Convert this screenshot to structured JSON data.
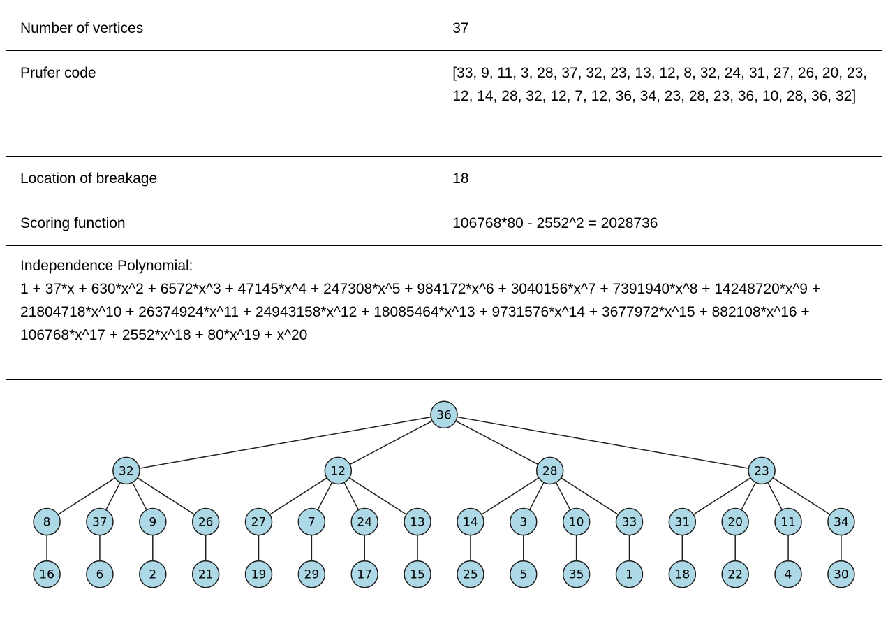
{
  "table": {
    "rows": [
      {
        "label": "Number of vertices",
        "value": "37"
      },
      {
        "label": "Prufer code",
        "value": "[33, 9, 11, 3, 28, 37, 32, 23, 13, 12, 8, 32, 24, 31, 27, 26, 20, 23, 12, 14, 28, 32, 12, 7, 12, 36, 34, 23, 28, 23, 36, 10, 28, 36, 32]"
      },
      {
        "label": "Location of breakage",
        "value": "18"
      },
      {
        "label": "Scoring function",
        "value": "106768*80 - 2552^2 = 2028736"
      }
    ]
  },
  "polynomial": {
    "title": "Independence Polynomial:",
    "text": "1 + 37*x + 630*x^2 + 6572*x^3 + 47145*x^4 + 247308*x^5 + 984172*x^6 + 3040156*x^7 + 7391940*x^8 + 14248720*x^9 + 21804718*x^10 + 26374924*x^11 + 24943158*x^12 + 18085464*x^13 + 9731576*x^14 + 3677972*x^15 + 882108*x^16 + 106768*x^17 + 2552*x^18 + 80*x^19 + x^20"
  },
  "tree": {
    "node_fill": "#add8e6",
    "node_stroke": "#1f1f1f",
    "edge_color": "#1f1f1f",
    "root": {
      "label": "36",
      "children": [
        {
          "label": "32",
          "children": [
            {
              "label": "8",
              "children": [
                {
                  "label": "16",
                  "children": []
                }
              ]
            },
            {
              "label": "37",
              "children": [
                {
                  "label": "6",
                  "children": []
                }
              ]
            },
            {
              "label": "9",
              "children": [
                {
                  "label": "2",
                  "children": []
                }
              ]
            },
            {
              "label": "26",
              "children": [
                {
                  "label": "21",
                  "children": []
                }
              ]
            }
          ]
        },
        {
          "label": "12",
          "children": [
            {
              "label": "27",
              "children": [
                {
                  "label": "19",
                  "children": []
                }
              ]
            },
            {
              "label": "7",
              "children": [
                {
                  "label": "29",
                  "children": []
                }
              ]
            },
            {
              "label": "24",
              "children": [
                {
                  "label": "17",
                  "children": []
                }
              ]
            },
            {
              "label": "13",
              "children": [
                {
                  "label": "15",
                  "children": []
                }
              ]
            }
          ]
        },
        {
          "label": "28",
          "children": [
            {
              "label": "14",
              "children": [
                {
                  "label": "25",
                  "children": []
                }
              ]
            },
            {
              "label": "3",
              "children": [
                {
                  "label": "5",
                  "children": []
                }
              ]
            },
            {
              "label": "10",
              "children": [
                {
                  "label": "35",
                  "children": []
                }
              ]
            },
            {
              "label": "33",
              "children": [
                {
                  "label": "1",
                  "children": []
                }
              ]
            }
          ]
        },
        {
          "label": "23",
          "children": [
            {
              "label": "31",
              "children": [
                {
                  "label": "18",
                  "children": []
                }
              ]
            },
            {
              "label": "20",
              "children": [
                {
                  "label": "22",
                  "children": []
                }
              ]
            },
            {
              "label": "11",
              "children": [
                {
                  "label": "4",
                  "children": []
                }
              ]
            },
            {
              "label": "34",
              "children": [
                {
                  "label": "30",
                  "children": []
                }
              ]
            }
          ]
        }
      ]
    }
  }
}
